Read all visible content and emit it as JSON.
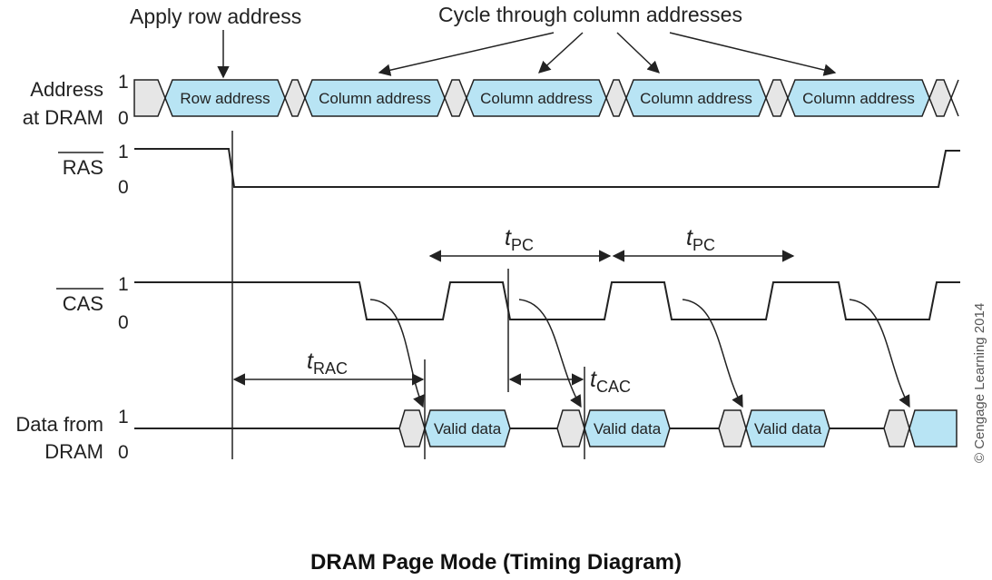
{
  "annotations": {
    "apply_row": "Apply row address",
    "cycle_columns": "Cycle through column addresses"
  },
  "signals": {
    "address": {
      "line1": "Address",
      "line2": "at DRAM",
      "high": "1",
      "low": "0"
    },
    "ras": {
      "name": "RAS",
      "high": "1",
      "low": "0"
    },
    "cas": {
      "name": "CAS",
      "high": "1",
      "low": "0"
    },
    "data": {
      "line1": "Data from",
      "line2": "DRAM",
      "high": "1",
      "low": "0"
    }
  },
  "address_boxes": [
    "Row address",
    "Column address",
    "Column address",
    "Column address",
    "Column address"
  ],
  "data_boxes": [
    "Valid data",
    "Valid data",
    "Valid data"
  ],
  "timing": {
    "t_symbol": "t",
    "trac_sub": "RAC",
    "tcac_sub": "CAC",
    "tpc_sub": "PC"
  },
  "credit": "© Cengage Learning 2014",
  "caption": "DRAM Page Mode (Timing Diagram)",
  "colors": {
    "data_fill": "#b8e4f4",
    "gray_fill": "#e6e6e6",
    "line": "#222222"
  }
}
